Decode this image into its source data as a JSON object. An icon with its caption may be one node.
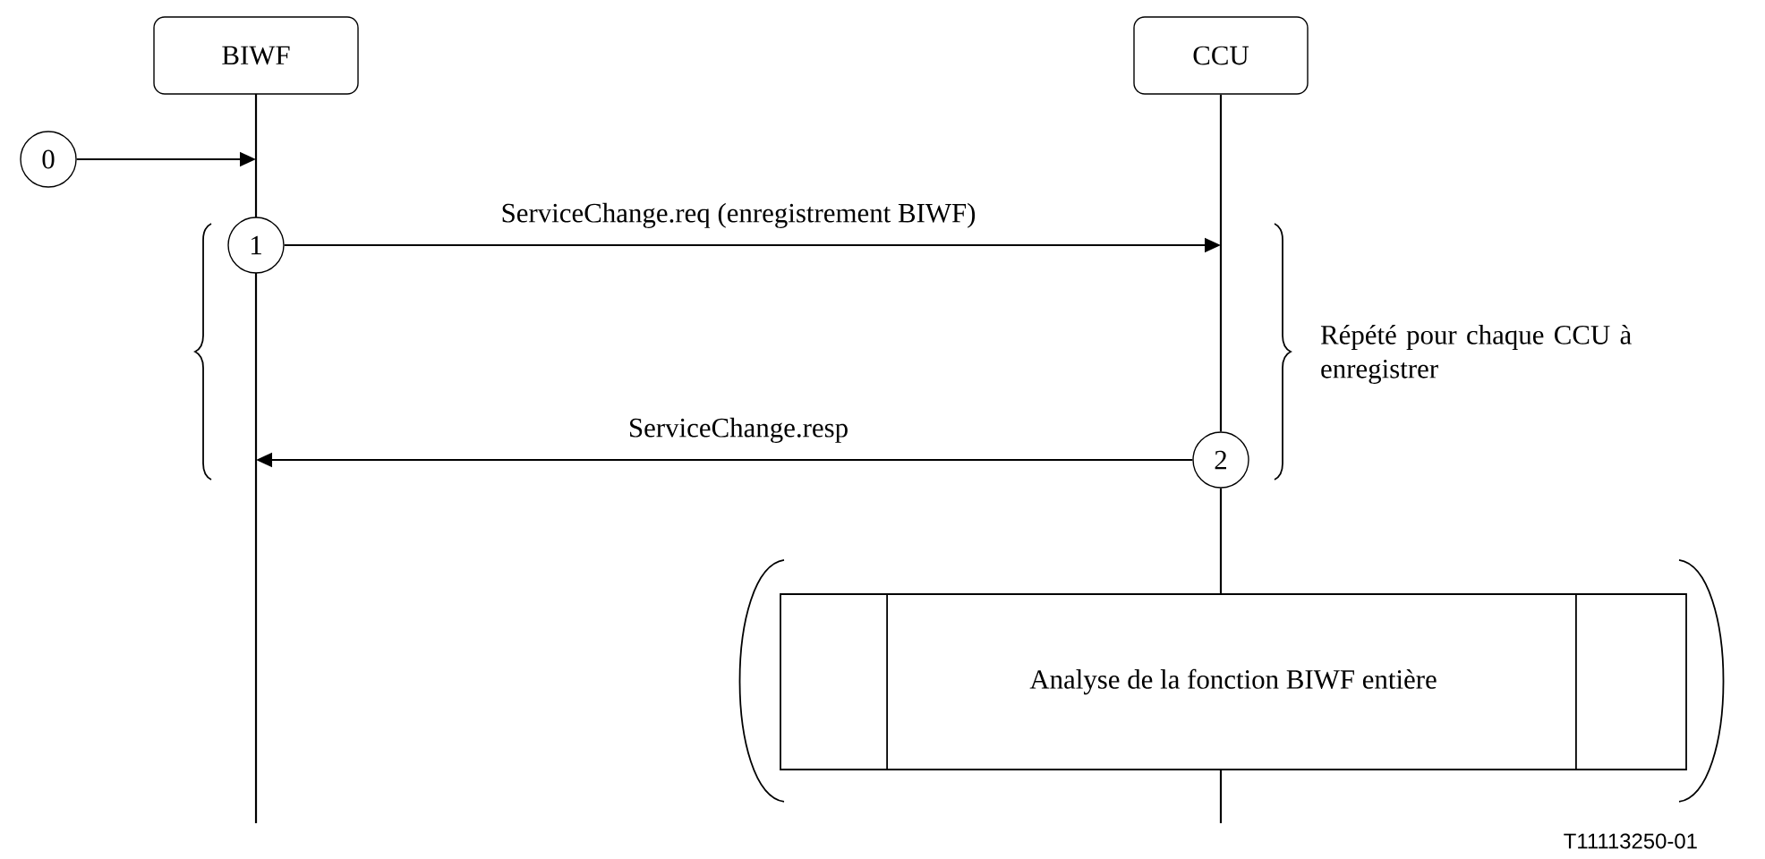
{
  "diagram": {
    "nodes": [
      {
        "text": [
          "BIWF"
        ]
      },
      {
        "text": [
          "CCU"
        ]
      },
      {
        "text": [
          "0"
        ]
      },
      {
        "text": [
          "1"
        ]
      },
      {
        "text": [
          "2"
        ]
      },
      {
        "text": [
          "Analyse de la fonction BIWF entière"
        ]
      }
    ],
    "edges": [
      {
        "from": 2,
        "to": null,
        "arrow": "to"
      },
      {
        "from": 3,
        "to": null,
        "arrow": "to",
        "label": "ServiceChange.req (enregistrement BIWF)"
      },
      {
        "from": 4,
        "to": null,
        "arrow": "to",
        "label": "ServiceChange.resp"
      },
      {
        "from": 1,
        "to": 4,
        "arrow": "none"
      },
      {
        "from": 4,
        "to": 5,
        "arrow": "none"
      }
    ],
    "labels": [
      "Répété pour chaque CCU à enregistrer",
      "T11113250-01"
    ]
  }
}
